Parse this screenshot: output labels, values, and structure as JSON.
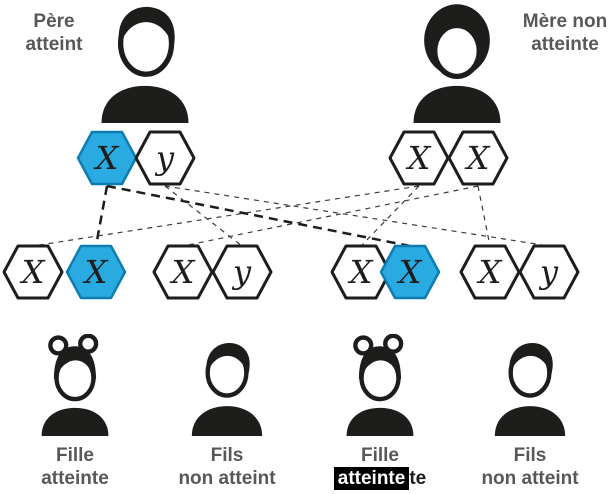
{
  "palette": {
    "ink": "#1d1d1b",
    "blue": "#29abe2",
    "label_gray": "#58585a",
    "highlight_bg": "#000000",
    "highlight_text": "#ffffff"
  },
  "parents": {
    "father": {
      "label_line1": "Père",
      "label_line2": "atteint"
    },
    "mother": {
      "label_line1": "Mère non",
      "label_line2": "atteinte"
    }
  },
  "chromosomes": [
    {
      "letter": "X",
      "variant": "affected",
      "owner": "father"
    },
    {
      "letter": "y",
      "variant": "normal",
      "owner": "father"
    },
    {
      "letter": "X",
      "variant": "normal",
      "owner": "mother"
    },
    {
      "letter": "X",
      "variant": "normal",
      "owner": "mother"
    },
    {
      "letter": "X",
      "variant": "normal",
      "owner": "child-1"
    },
    {
      "letter": "X",
      "variant": "affected",
      "owner": "child-1"
    },
    {
      "letter": "X",
      "variant": "normal",
      "owner": "child-2"
    },
    {
      "letter": "y",
      "variant": "normal",
      "owner": "child-2"
    },
    {
      "letter": "X",
      "variant": "normal",
      "owner": "child-3"
    },
    {
      "letter": "X",
      "variant": "affected",
      "owner": "child-3"
    },
    {
      "letter": "X",
      "variant": "normal",
      "owner": "child-4"
    },
    {
      "letter": "y",
      "variant": "normal",
      "owner": "child-4"
    }
  ],
  "children": [
    {
      "label_line1": "Fille",
      "label_line2": "atteinte"
    },
    {
      "label_line1": "Fils",
      "label_line2": "non atteint"
    },
    {
      "label_line1": "Fille",
      "label_line2_highlight": "atteinte",
      "label_line2_suffix": "te"
    },
    {
      "label_line1": "Fils",
      "label_line2": "non atteint"
    }
  ]
}
